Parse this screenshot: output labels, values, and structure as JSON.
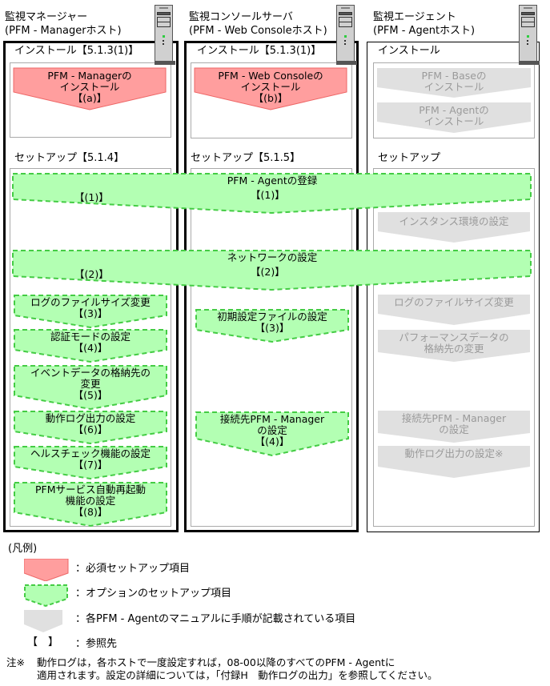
{
  "colors": {
    "required_fill": "#ff9e9e",
    "required_border": "#ee6666",
    "optional_fill": "#b3ffb3",
    "optional_border": "#44cc44",
    "agent_manual_fill": "#e0e0e0",
    "agent_manual_text": "#9a9a9a"
  },
  "hosts": [
    {
      "title_line1": "監視マネージャー",
      "title_line2": "(PFM - Managerホスト)",
      "install_label": "インストール【5.1.3(1)】",
      "setup_label": "セットアップ【5.1.4】",
      "install_steps": [
        {
          "line1": "PFM - Managerの",
          "line2": "インストール",
          "ref": "【(a)】",
          "kind": "required"
        }
      ],
      "setup_steps": [
        {
          "line1": "ログのファイルサイズ変更",
          "ref": "【(3)】",
          "kind": "optional"
        },
        {
          "line1": "認証モードの設定",
          "ref": "【(4)】",
          "kind": "optional"
        },
        {
          "line1": "イベントデータの格納先の",
          "line2": "変更",
          "ref": "【(5)】",
          "kind": "optional"
        },
        {
          "line1": "動作ログ出力の設定",
          "ref": "【(6)】",
          "kind": "optional"
        },
        {
          "line1": "ヘルスチェック機能の設定",
          "ref": "【(7)】",
          "kind": "optional"
        },
        {
          "line1": "PFMサービス自動再起動",
          "line2": "機能の設定",
          "ref": "【(8)】",
          "kind": "optional"
        }
      ]
    },
    {
      "title_line1": "監視コンソールサーバ",
      "title_line2": "(PFM - Web Consoleホスト)",
      "install_label": "インストール【5.1.3(1)】",
      "setup_label": "セットアップ【5.1.5】",
      "install_steps": [
        {
          "line1": "PFM - Web Consoleの",
          "line2": "インストール",
          "ref": "【(b)】",
          "kind": "required"
        }
      ],
      "setup_steps": [
        {
          "line1": "初期設定ファイルの設定",
          "ref": "【(3)】",
          "kind": "optional"
        },
        {
          "line1": "接続先PFM - Manager",
          "line2": "の設定",
          "ref": "【(4)】",
          "kind": "optional"
        }
      ]
    },
    {
      "title_line1": "監視エージェント",
      "title_line2": "(PFM - Agentホスト)",
      "install_label": "インストール",
      "setup_label": "セットアップ",
      "install_steps": [
        {
          "line1": "PFM - Baseの",
          "line2": "インストール",
          "kind": "agent_manual"
        },
        {
          "line1": "PFM - Agentの",
          "line2": "インストール",
          "kind": "agent_manual"
        }
      ],
      "setup_steps": [
        {
          "line1": "インスタンス環境の設定",
          "kind": "agent_manual"
        },
        {
          "line1": "ログのファイルサイズ変更",
          "kind": "agent_manual"
        },
        {
          "line1": "パフォーマンスデータの",
          "line2": "格納先の変更",
          "kind": "agent_manual"
        },
        {
          "line1": "接続先PFM - Manager",
          "line2": "の設定",
          "kind": "agent_manual"
        },
        {
          "line1": "動作ログ出力の設定※",
          "kind": "agent_manual"
        }
      ]
    }
  ],
  "shared_steps": [
    {
      "title": "PFM - Agentの登録",
      "ref_manager": "【(1)】",
      "ref_console": "【(1)】",
      "kind": "optional"
    },
    {
      "title": "ネットワークの設定",
      "ref_manager": "【(2)】",
      "ref_console": "【(2)】",
      "kind": "optional"
    }
  ],
  "legend": {
    "title": "(凡例)",
    "items": [
      {
        "kind": "required",
        "label": "：必須セットアップ項目"
      },
      {
        "kind": "optional",
        "label": "：オプションのセットアップ項目"
      },
      {
        "kind": "agent_manual",
        "label": "：各PFM - Agentのマニュアルに手順が記載されている項目"
      },
      {
        "kind": "reference",
        "symbol": "【　】",
        "label": "：参照先"
      }
    ]
  },
  "note": {
    "marker": "注※",
    "line1": "動作ログは，各ホストで一度設定すれば，08-00以降のすべてのPFM - Agentに",
    "line2": "適用されます。設定の詳細については，「付録H　動作ログの出力」を参照してください。"
  }
}
